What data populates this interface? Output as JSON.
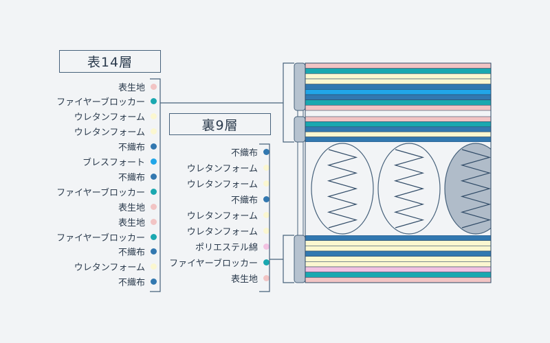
{
  "colors": {
    "表生地": "#f2c4c4",
    "ファイヤーブロッカー": "#1aa8b0",
    "ウレタンフォーム": "#fbf7d0",
    "不織布": "#3278b0",
    "ブレスフォート": "#21a6e8",
    "ポリエステル綿": "#f2c2e2"
  },
  "front": {
    "title": "表14層",
    "layers": [
      "表生地",
      "ファイヤーブロッカー",
      "ウレタンフォーム",
      "ウレタンフォーム",
      "不織布",
      "ブレスフォート",
      "不織布",
      "ファイヤーブロッカー",
      "表生地",
      "表生地",
      "ファイヤーブロッカー",
      "不織布",
      "ウレタンフォーム",
      "不織布"
    ]
  },
  "back": {
    "title": "裏9層",
    "layers": [
      "不織布",
      "ウレタンフォーム",
      "ウレタンフォーム",
      "不織布",
      "ウレタンフォーム",
      "ウレタンフォーム",
      "ポリエステル綿",
      "ファイヤーブロッカー",
      "表生地"
    ]
  }
}
